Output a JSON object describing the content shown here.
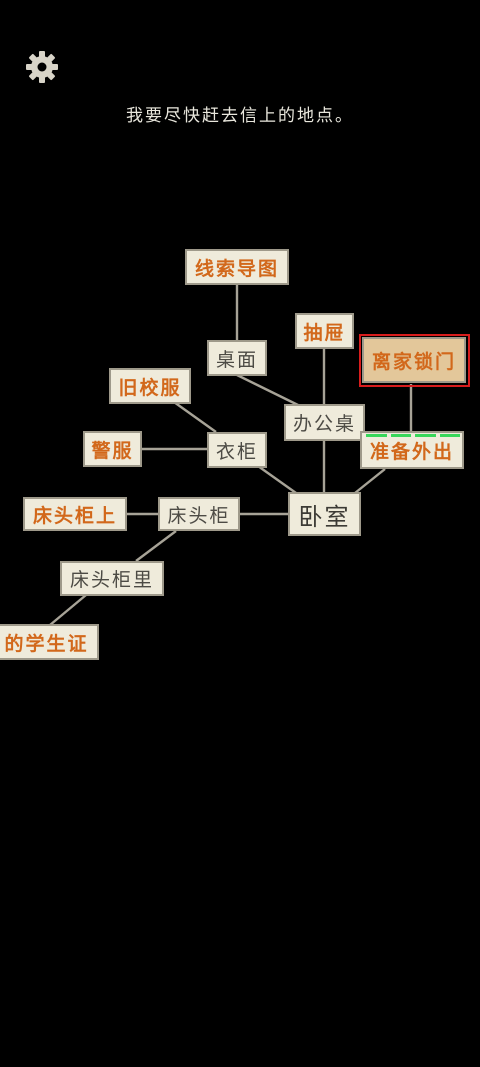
{
  "settings": {
    "icon": "gear-icon"
  },
  "hint_text": "我要尽快赶去信上的地点。",
  "nodes": {
    "clue_map": "线索导图",
    "desk_top": "桌面",
    "drawer": "抽屉",
    "leave_home_lock": "离家锁门",
    "old_uniform": "旧校服",
    "office_desk": "办公桌",
    "police_uniform": "警服",
    "wardrobe": "衣柜",
    "prepare_out": "准备外出",
    "bedside_top": "床头柜上",
    "bedside": "床头柜",
    "bedroom": "卧室",
    "bedside_inside": "床头柜里",
    "student_id": "的学生证"
  },
  "prepare_out_progress": {
    "filled_segments": 4,
    "total_segments": 4
  },
  "colors": {
    "background": "#000000",
    "node_fill": "#efebdb",
    "node_border": "#9e998a",
    "clue_text": "#d2681b",
    "place_text": "#4d4b45",
    "active_fill": "#e3c79a",
    "selection_border": "#d81d1d",
    "progress": "#37d75a",
    "connector": "#a7a397"
  }
}
